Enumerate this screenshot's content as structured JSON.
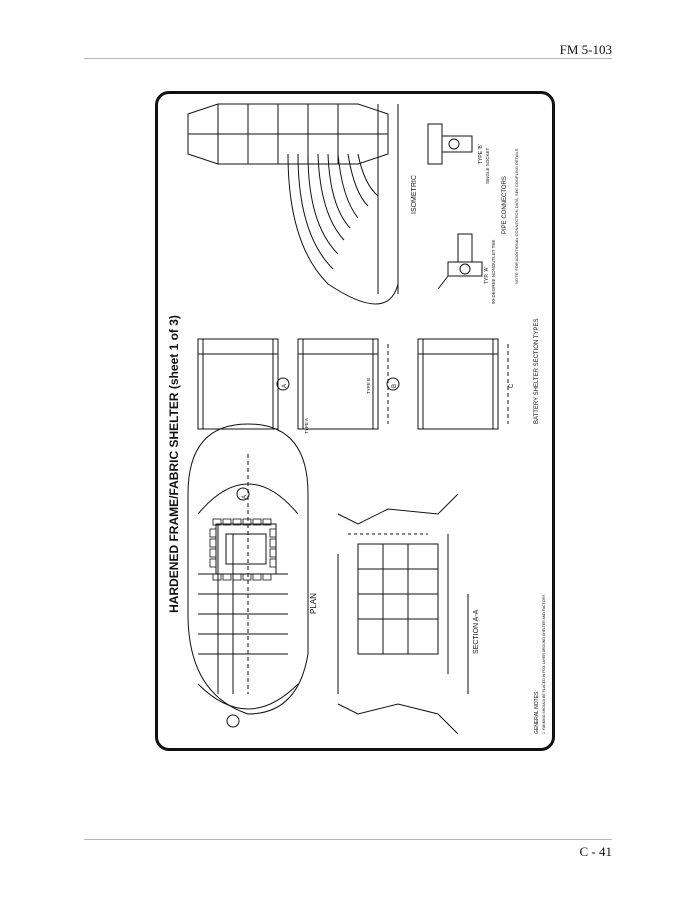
{
  "page": {
    "header_label": "FM 5-103",
    "footer_label": "C - 41"
  },
  "figure": {
    "title": "HARDENED FRAME/FABRIC SHELTER (sheet 1 of 3)",
    "labels": {
      "plan": "PLAN",
      "section": "SECTION A-A",
      "isometric": "ISOMETRIC",
      "section_marker_a": "A",
      "framing_detail_a": "A",
      "framing_detail_b": "B",
      "framing_detail_c": "C",
      "type_a": "TYPE A",
      "type_b": "TYPE B",
      "type_a_connector": "TYP. 'A'",
      "type_b_connector": "TYPE 'B'",
      "connector_a_desc": "90-DEGREE NONOUTLET TEE",
      "connector_b_desc": "SINGLE SOCKET",
      "pipe_connectors": "PIPE CONNECTORS",
      "battery_shelter": "BATTERY SHELTER SECTION TYPES",
      "general_notes": "GENERAL NOTES:",
      "general_note_1": "1. FANNING SHOULD BE PLACED IN FOIL LAYER AROUND SHELTER AND FACTORY.",
      "connector_note": "NOTE: FOR ADDITIONAL CONNECTION DATA, SEE COUPLING DETAILS"
    }
  }
}
